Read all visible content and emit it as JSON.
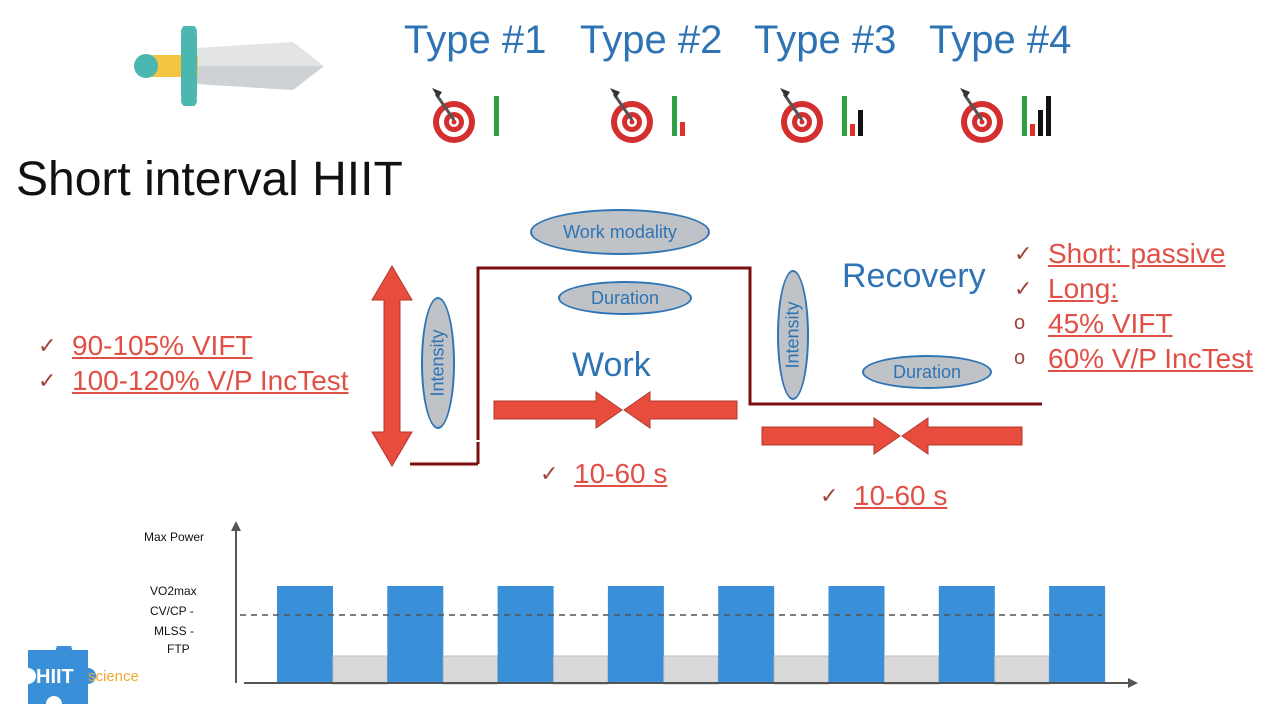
{
  "types": [
    {
      "label": "Type #1",
      "bars": 1
    },
    {
      "label": "Type #2",
      "bars": 2
    },
    {
      "label": "Type #3",
      "bars": 3
    },
    {
      "label": "Type #4",
      "bars": 4
    }
  ],
  "title": "Short interval HIIT",
  "left_targets": [
    "90-105% VIFT",
    "100-120% V/P IncTest"
  ],
  "diagram": {
    "work_modality": "Work modality",
    "work_duration": "Duration",
    "work_label": "Work",
    "intensity_left": "Intensity",
    "intensity_right": "Intensity",
    "recovery_label": "Recovery",
    "recovery_duration": "Duration",
    "work_time": "10-60 s ",
    "recovery_time": "10-60 s "
  },
  "recovery_list": [
    {
      "marker": "check",
      "text": "Short: passive"
    },
    {
      "marker": "check",
      "text": "Long:"
    },
    {
      "marker": "circle",
      "text": "45% VIFT"
    },
    {
      "marker": "circle",
      "text": "60% V/P IncTest"
    }
  ],
  "chart": {
    "max_label": "Max Power",
    "threshold_labels": [
      "VO2max",
      "CV/CP -",
      "MLSS -",
      "FTP"
    ],
    "work_bouts": 8,
    "colors": {
      "work": "#3a8fd9",
      "recovery": "#d9d9d9",
      "axis": "#555555"
    }
  },
  "logo": {
    "main": "HIIT",
    "sub": "science"
  },
  "colors": {
    "accent_blue": "#2e74b5",
    "accent_red": "#e84c3d",
    "dark_red": "#7b0f0f"
  }
}
